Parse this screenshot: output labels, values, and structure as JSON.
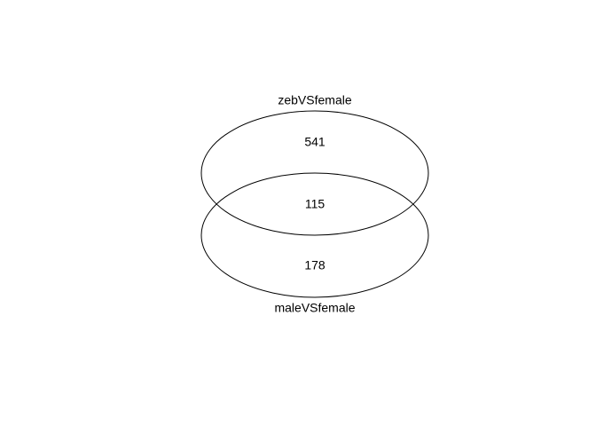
{
  "venn": {
    "sets": [
      {
        "name": "zebVSfemale"
      },
      {
        "name": "maleVSfemale"
      }
    ],
    "counts": {
      "only_set_a": "541",
      "intersection": "115",
      "only_set_b": "178"
    }
  }
}
